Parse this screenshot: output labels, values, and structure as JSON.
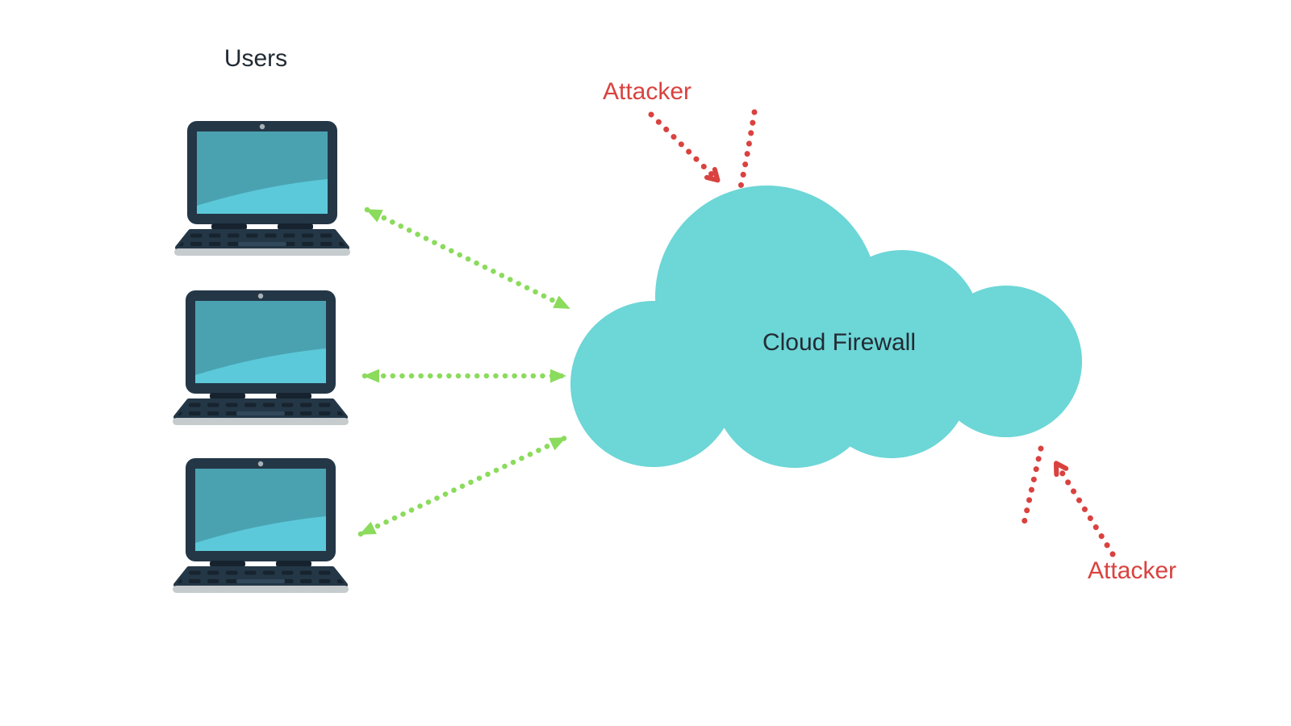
{
  "labels": {
    "users": "Users",
    "cloud": "Cloud Firewall",
    "attacker_top": "Attacker",
    "attacker_bottom": "Attacker"
  },
  "icons": {
    "user_device": "laptop-icon",
    "firewall": "cloud-icon",
    "safe_traffic": "green-dotted-double-arrow",
    "attack_traffic": "red-dotted-arrow"
  },
  "colors": {
    "background": "#FFFFFF",
    "cloud": "#6DD6D7",
    "safe": "#8BDB5C",
    "attack": "#D9423F",
    "text": "#222B33",
    "frame": "#243747",
    "screen_dark": "#4AA2B1",
    "screen_light": "#5BC9DA",
    "keys": "#17232E",
    "hinge": "#16222D",
    "base_strip": "#C6CBCE",
    "camera": "#A9B1B6"
  }
}
